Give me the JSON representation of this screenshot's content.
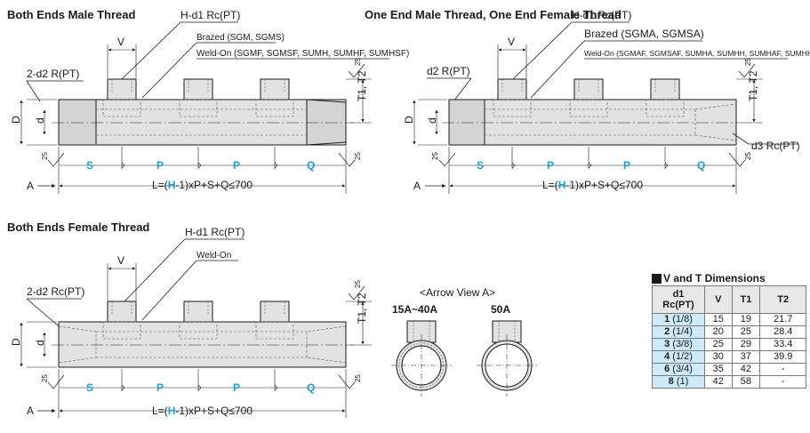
{
  "panels": [
    {
      "title": "Both Ends Male Thread",
      "left_label": "2-d2 R(PT)",
      "top_label": "H-d1 Rc(PT)",
      "brazed": "Brazed (SGM, SGMS)",
      "weld": "Weld-On (SGMF, SGMSF, SUMH, SUMHF, SUMHSF)",
      "t_label": "T1, T2",
      "segments": [
        "S",
        "P",
        "P",
        "Q"
      ],
      "formula_prefix": "L=(",
      "formula_h": "H",
      "formula_suffix": "-1)xP+S+Q≤700"
    },
    {
      "title": "One End Male Thread, One End Female Thread",
      "left_label": "d2 R(PT)",
      "top_label": "H-d1 Rc(PT)",
      "brazed": "Brazed (SGMA, SGMSA)",
      "weld": "Weld-On (SGMAF, SGMSAF, SUMHA, SUMHH, SUMHAF, SUMHHF)",
      "t_label": "T1, T2",
      "right_label": "d3 Rc(PT)",
      "segments": [
        "S",
        "P",
        "P",
        "Q"
      ],
      "formula_prefix": "L=(",
      "formula_h": "H",
      "formula_suffix": "-1)xP+S+Q≤700"
    },
    {
      "title": "Both Ends Female Thread",
      "left_label": "2-d2 Rc(PT)",
      "top_label": "H-d1 Rc(PT)",
      "weld": "Weld-On",
      "t_label": "T1, T2",
      "segments": [
        "S",
        "P",
        "P",
        "Q"
      ],
      "formula_prefix": "L=(",
      "formula_h": "H",
      "formula_suffix": "-1)xP+S+Q≤700"
    }
  ],
  "labels": {
    "v": "V",
    "d_outer": "D",
    "d_inner": "d",
    "roughness": "25",
    "arrow_a": "A"
  },
  "arrow_view": {
    "title": "<Arrow View A>",
    "left": "15A~40A",
    "right": "50A"
  },
  "table": {
    "title": "V and T Dimensions",
    "headers": {
      "d1_top": "d1",
      "d1_bottom": "Rc(PT)",
      "v": "V",
      "t1": "T1",
      "t2": "T2"
    },
    "rows": [
      {
        "size": "1",
        "inch": "(1/8)",
        "v": "15",
        "t1": "19",
        "t2": "21.7"
      },
      {
        "size": "2",
        "inch": "(1/4)",
        "v": "20",
        "t1": "25",
        "t2": "28.4"
      },
      {
        "size": "3",
        "inch": "(3/8)",
        "v": "25",
        "t1": "29",
        "t2": "33.4"
      },
      {
        "size": "4",
        "inch": "(1/2)",
        "v": "30",
        "t1": "37",
        "t2": "39.9"
      },
      {
        "size": "6",
        "inch": "(3/4)",
        "v": "35",
        "t1": "42",
        "t2": "-"
      },
      {
        "size": "8",
        "inch": "(1)",
        "v": "42",
        "t1": "58",
        "t2": "-"
      }
    ]
  }
}
